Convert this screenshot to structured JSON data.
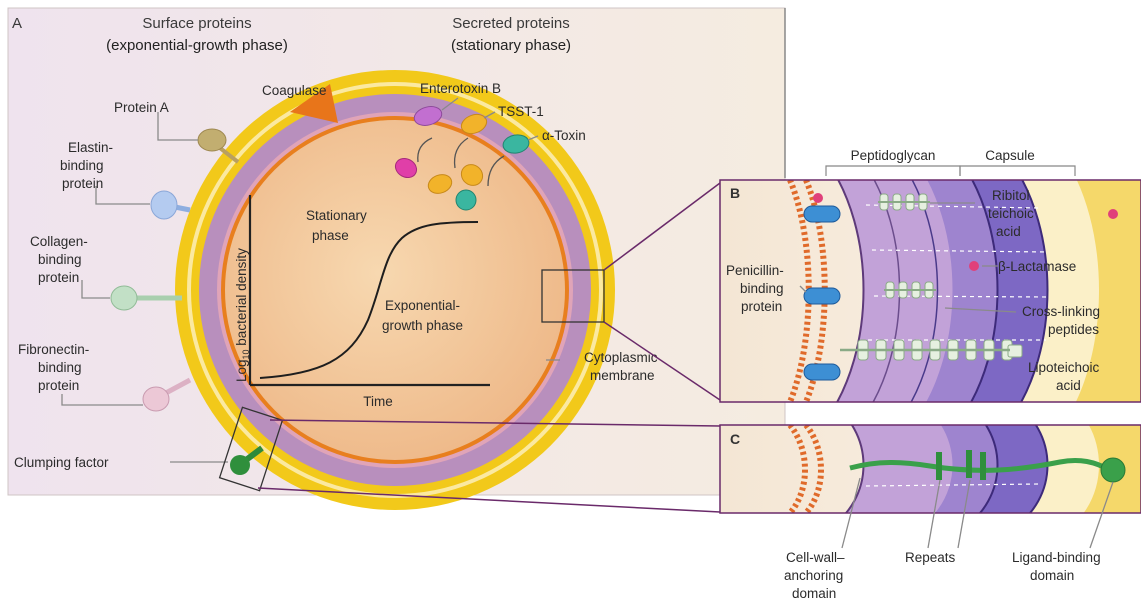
{
  "panels": {
    "a": "A",
    "b": "B",
    "c": "C"
  },
  "headers": {
    "surface_line1": "Surface proteins",
    "surface_line2": "(exponential-growth phase)",
    "secreted_line1": "Secreted proteins",
    "secreted_line2": "(stationary phase)"
  },
  "surface_proteins": {
    "protein_a": "Protein A",
    "coagulase": "Coagulase",
    "elastin": [
      "Elastin-",
      "binding",
      "protein"
    ],
    "collagen": [
      "Collagen-",
      "binding",
      "protein"
    ],
    "fibronectin": [
      "Fibronectin-",
      "binding",
      "protein"
    ],
    "clumping": "Clumping factor"
  },
  "secreted_proteins": {
    "enterotoxin": "Enterotoxin B",
    "tsst": "TSST-1",
    "alpha_toxin": "α-Toxin"
  },
  "growth_curve": {
    "stationary": [
      "Stationary",
      "phase"
    ],
    "exponential": [
      "Exponential-",
      "growth phase"
    ],
    "ylabel_pre": "Log",
    "ylabel_sub": "10",
    "ylabel_post": " bacterial density",
    "xlabel": "Time"
  },
  "membrane": [
    "Cytoplasmic",
    "membrane"
  ],
  "panel_b": {
    "peptidoglycan": "Peptidoglycan",
    "capsule": "Capsule",
    "ribitol": [
      "Ribitol",
      "teichoic",
      "acid"
    ],
    "lactamase": "β-Lactamase",
    "pbp": [
      "Penicillin-",
      "binding",
      "protein"
    ],
    "crosslinking": [
      "Cross-linking",
      "peptides"
    ],
    "lipoteichoic": [
      "Lipoteichoic",
      "acid"
    ]
  },
  "panel_c": {
    "anchoring": [
      "Cell-wall–",
      "anchoring",
      "domain"
    ],
    "repeats": "Repeats",
    "ligand": [
      "Ligand-binding",
      "domain"
    ]
  },
  "colors": {
    "cell_outer": "#f2c91a",
    "cell_wall": "#b88fbd",
    "cytoplasm": "#f2c898",
    "coagulase": "#e8751a",
    "pbp_blue": "#3d8fd4",
    "adhesin_green": "#3aa04a"
  }
}
